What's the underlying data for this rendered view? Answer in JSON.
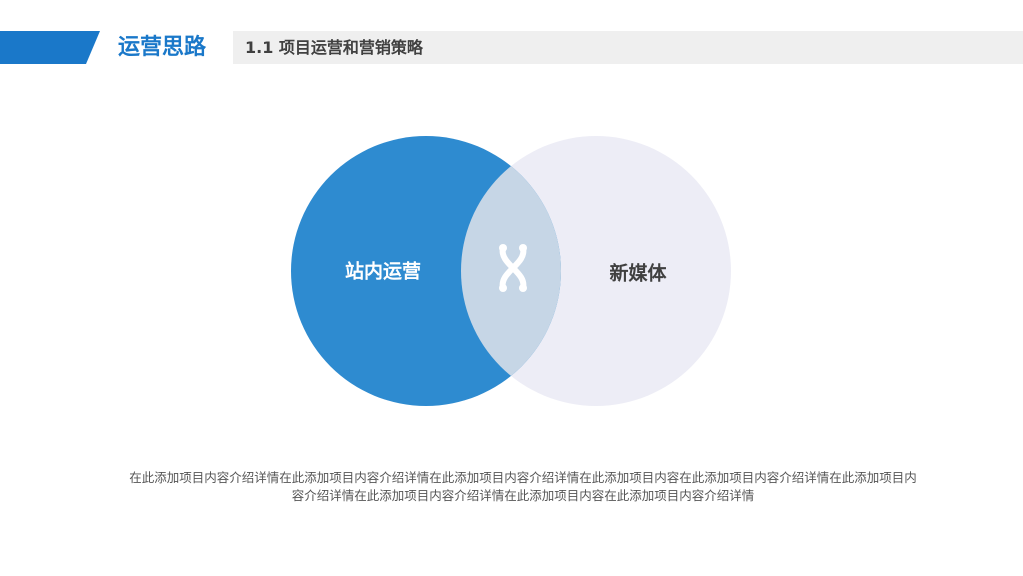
{
  "header": {
    "section_title": "运营思路",
    "subtitle": "1.1 项目运营和营销策略",
    "accent_color": "#1a78c9",
    "bar_color": "#efefef"
  },
  "venn": {
    "left": {
      "label": "站内运营",
      "color": "#2e8bd0"
    },
    "right": {
      "label": "新媒体",
      "color": "#ededf6"
    },
    "overlap": {
      "icon": "cross-link-icon",
      "color": "#c6d6e6"
    }
  },
  "description": {
    "line1": "在此添加项目内容介绍详情在此添加项目内容介绍详情在此添加项目内容介绍详情在此添加项目内容在此添加项目内容介绍详情在此添加项目内",
    "line2": "容介绍详情在此添加项目内容介绍详情在此添加项目内容在此添加项目内容介绍详情"
  }
}
